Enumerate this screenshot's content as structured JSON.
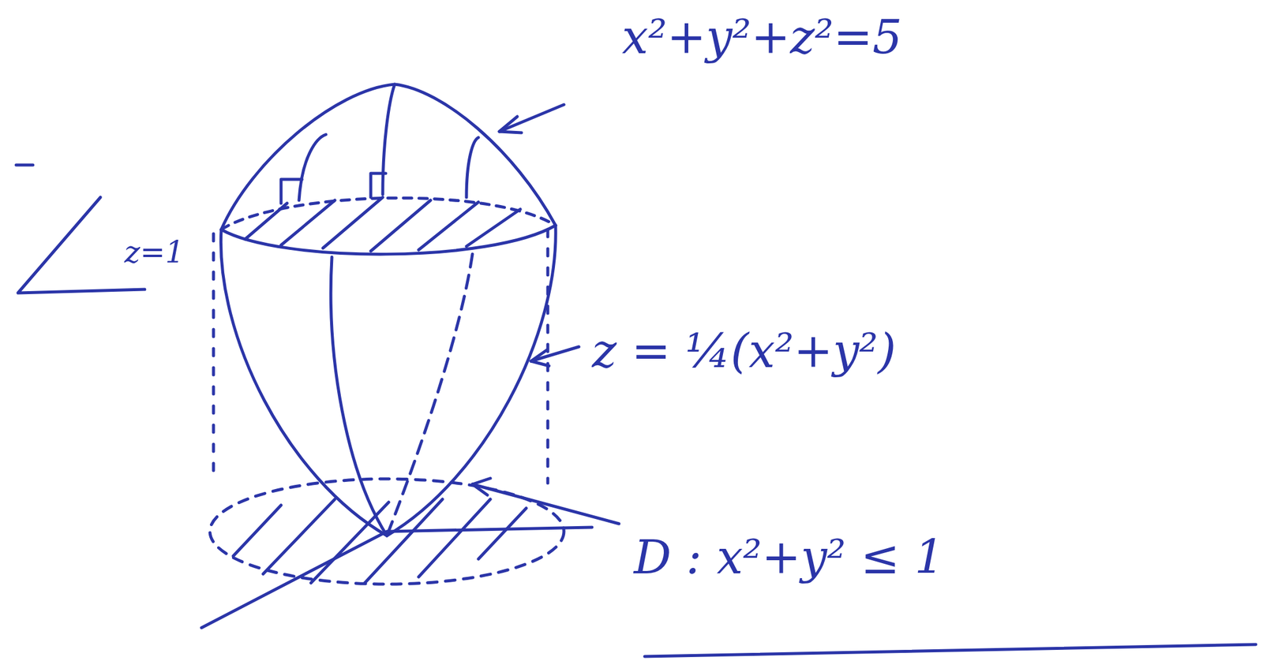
{
  "diagram": {
    "labels": [
      "x²+y²+z²=5",
      "z=1",
      "z = ¼(x²+y²)",
      "D : x²+y² ≤ 1"
    ]
  }
}
